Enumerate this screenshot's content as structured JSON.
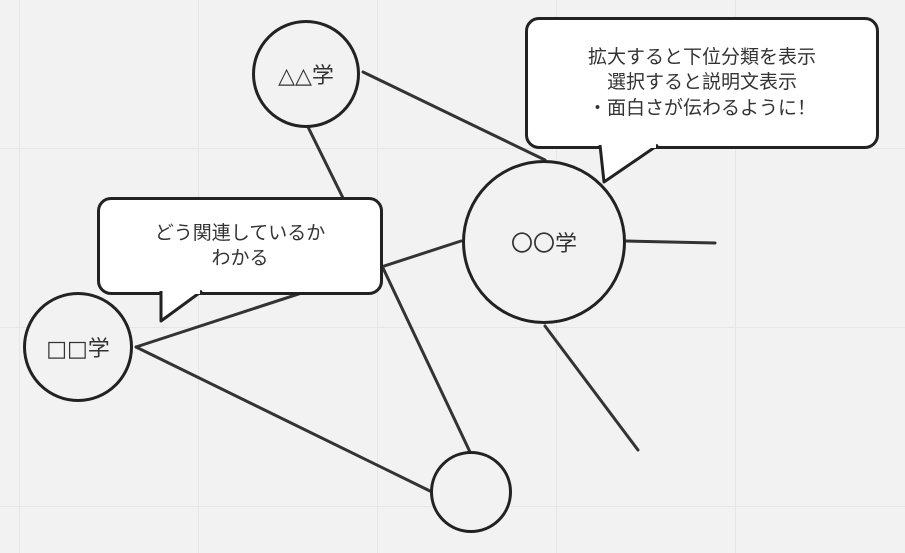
{
  "nodes": {
    "main": {
      "label": "〇〇学"
    },
    "top": {
      "label": "△△学"
    },
    "left": {
      "label": "□□学"
    },
    "bottom": {
      "label": ""
    }
  },
  "callouts": {
    "main_note": {
      "lines": [
        "拡大すると下位分類を表示",
        "選択すると説明文表示",
        "・面白さが伝わるように！"
      ]
    },
    "link_note": {
      "lines": [
        "どう関連しているか",
        "わかる"
      ]
    }
  }
}
